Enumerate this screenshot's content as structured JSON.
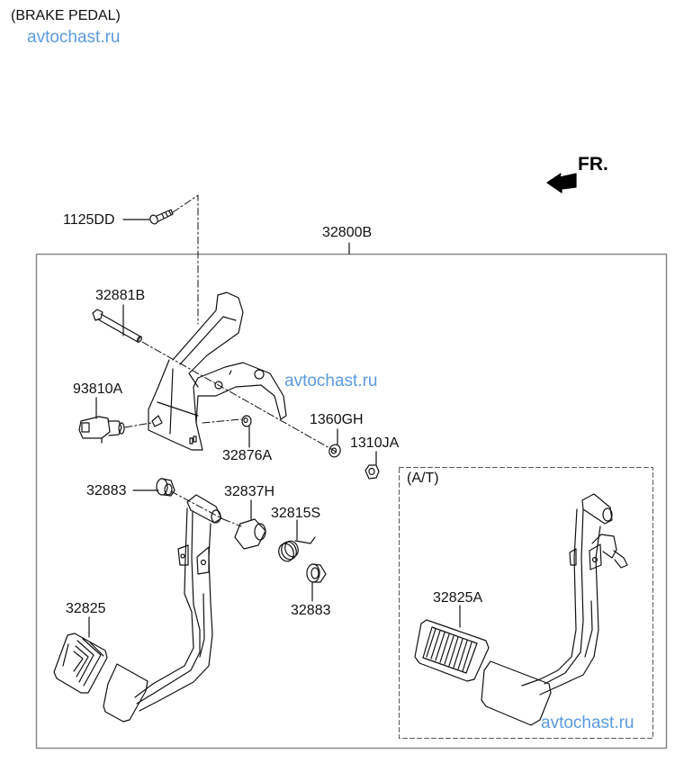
{
  "header": {
    "title": "(BRAKE PEDAL)",
    "watermark": "avtochast.ru"
  },
  "direction": {
    "label": "FR.",
    "icon": "front-arrow-icon"
  },
  "assembly": {
    "part_number": "32800B"
  },
  "variant_box": {
    "label": "(A/T)"
  },
  "watermarks": [
    "avtochast.ru",
    "avtochast.ru",
    "avtochast.ru"
  ],
  "parts": [
    {
      "id": "1125DD",
      "name": "bolt"
    },
    {
      "id": "32881B",
      "name": "pivot-bolt"
    },
    {
      "id": "93810A",
      "name": "stop-lamp-switch"
    },
    {
      "id": "32876A",
      "name": "switch-stopper"
    },
    {
      "id": "1360GH",
      "name": "washer"
    },
    {
      "id": "1310JA",
      "name": "nut"
    },
    {
      "id": "32883",
      "name": "bushing-left"
    },
    {
      "id": "32837H",
      "name": "sleeve"
    },
    {
      "id": "32815S",
      "name": "return-spring"
    },
    {
      "id": "32883",
      "name": "bushing-right"
    },
    {
      "id": "32825",
      "name": "pedal-pad"
    },
    {
      "id": "32825A",
      "name": "pedal-pad-at"
    }
  ]
}
